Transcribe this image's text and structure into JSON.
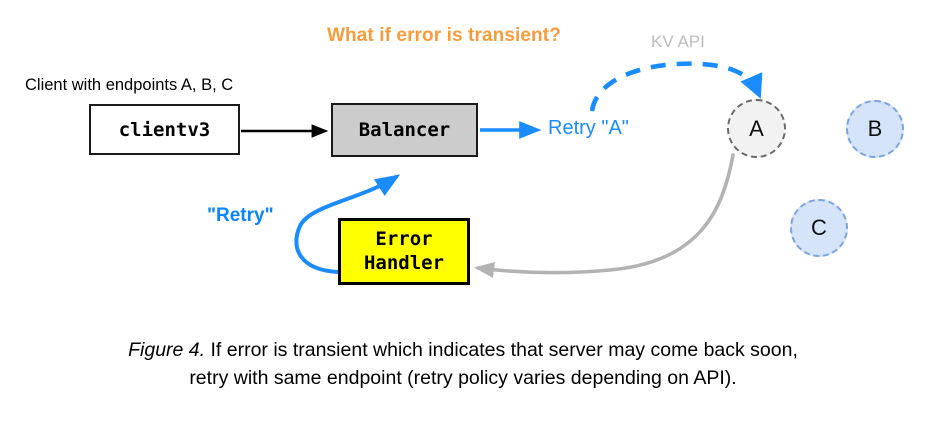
{
  "figure": {
    "heading": "What if error is transient?",
    "kv_api_label": "KV API",
    "client_label": "Client with endpoints A, B, C",
    "caption_number": "Figure 4.",
    "caption_line1": " If error is transient which indicates that server may come back soon,",
    "caption_line2": "retry with same endpoint (retry policy varies depending on API)."
  },
  "boxes": {
    "clientv3": "clientv3",
    "balancer": "Balancer",
    "error_handler_line1": "Error",
    "error_handler_line2": "Handler"
  },
  "labels": {
    "retry_a": "Retry \"A\"",
    "retry_quoted": "\"Retry\""
  },
  "nodes": [
    {
      "id": "A",
      "label": "A",
      "state": "unavailable",
      "fill": "#f2f2f2",
      "stroke": "#6b6b6b"
    },
    {
      "id": "B",
      "label": "B",
      "state": "available",
      "fill": "#d6e4fa",
      "stroke": "#7aa3e0"
    },
    {
      "id": "C",
      "label": "C",
      "state": "available",
      "fill": "#d6e4fa",
      "stroke": "#7aa3e0"
    }
  ],
  "colors": {
    "accent_orange": "#f89b3c",
    "accent_blue": "#1a8cff",
    "grey_arrow": "#b3b3b3",
    "balancer_fill": "#cccccc",
    "error_fill": "#ffff00",
    "kv_label_grey": "#bcbcbc"
  },
  "connectors": {
    "client_to_balancer": "solid-black-arrow",
    "balancer_to_retry": "solid-blue-arrow",
    "retry_dashed_to_a": "dashed-blue-arc-arrow",
    "a_to_error_handler": "grey-curve-arrow",
    "error_handler_to_balancer": "blue-curve-arrow"
  }
}
